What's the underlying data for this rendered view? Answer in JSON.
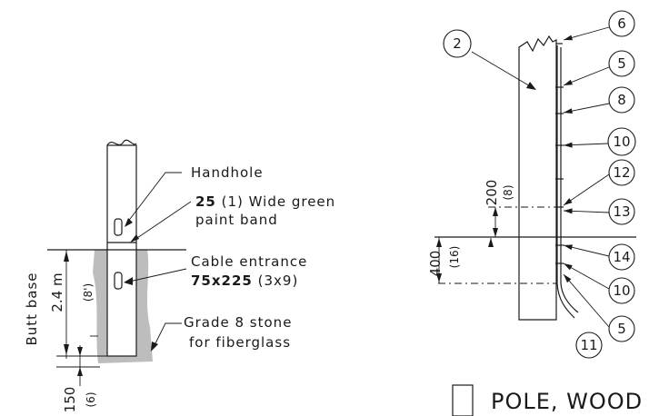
{
  "left_detail": {
    "handhole_label": "Handhole",
    "band_label_bold": "25",
    "band_label_rest": " (1) Wide green",
    "band_label_line2": "paint band",
    "cable_label": "Cable entrance",
    "cable_size_bold": "75x225",
    "cable_size_rest": " (3x9)",
    "grade_label_line1": "Grade 8 stone",
    "grade_label_line2": "for fiberglass",
    "butt_base_label": "Butt base",
    "depth_value": "2.4 m",
    "depth_imperial": "(8')",
    "bottom_dim": "150",
    "bottom_dim_imperial": "(6)"
  },
  "right_detail": {
    "dim_200": "200",
    "dim_200_imperial": "(8)",
    "dim_400": "400",
    "dim_400_imperial": "(16)",
    "callouts": [
      "2",
      "6",
      "5",
      "8",
      "10",
      "12",
      "13",
      "14",
      "10",
      "5",
      "11"
    ]
  },
  "legend": {
    "title": "POLE, WOOD"
  }
}
